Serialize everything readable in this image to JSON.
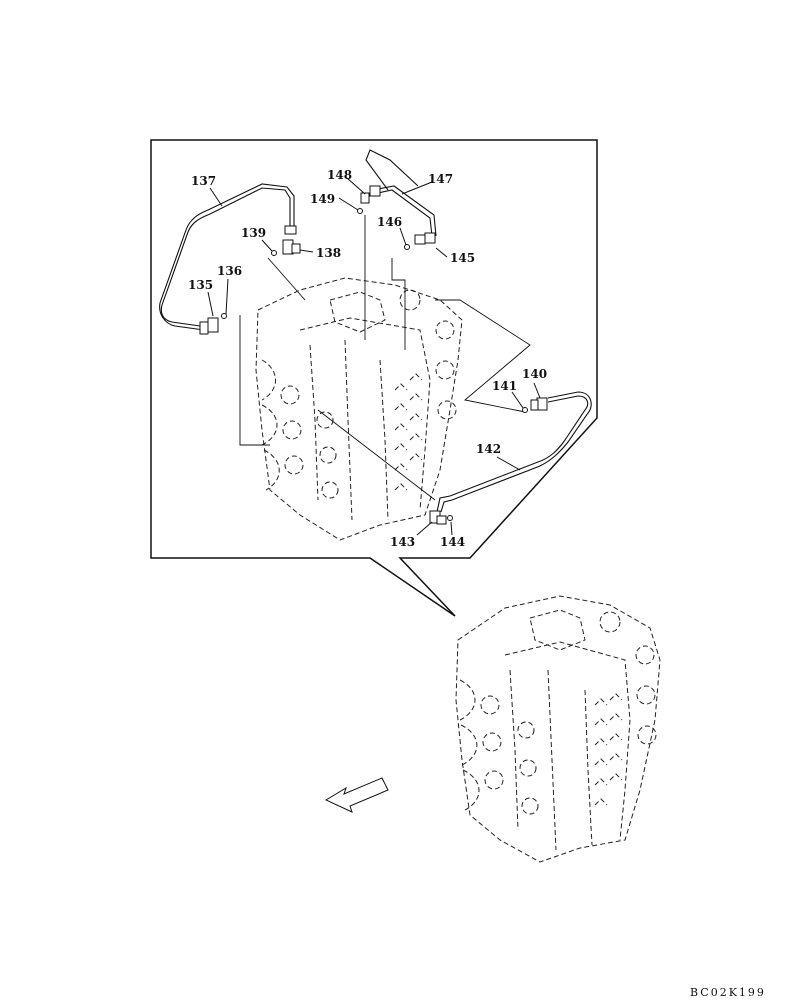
{
  "diagram": {
    "drawing_code": "BC02K199",
    "callouts": [
      {
        "id": "c137",
        "text": "137"
      },
      {
        "id": "c148",
        "text": "148"
      },
      {
        "id": "c147",
        "text": "147"
      },
      {
        "id": "c149",
        "text": "149"
      },
      {
        "id": "c139",
        "text": "139"
      },
      {
        "id": "c138",
        "text": "138"
      },
      {
        "id": "c146",
        "text": "146"
      },
      {
        "id": "c145",
        "text": "145"
      },
      {
        "id": "c135",
        "text": "135"
      },
      {
        "id": "c136",
        "text": "136"
      },
      {
        "id": "c140",
        "text": "140"
      },
      {
        "id": "c141",
        "text": "141"
      },
      {
        "id": "c142",
        "text": "142"
      },
      {
        "id": "c143",
        "text": "143"
      },
      {
        "id": "c144",
        "text": "144"
      }
    ],
    "icons": [
      "valve-block-detail-drawing",
      "valve-block-overview-drawing",
      "direction-arrow-icon"
    ]
  }
}
